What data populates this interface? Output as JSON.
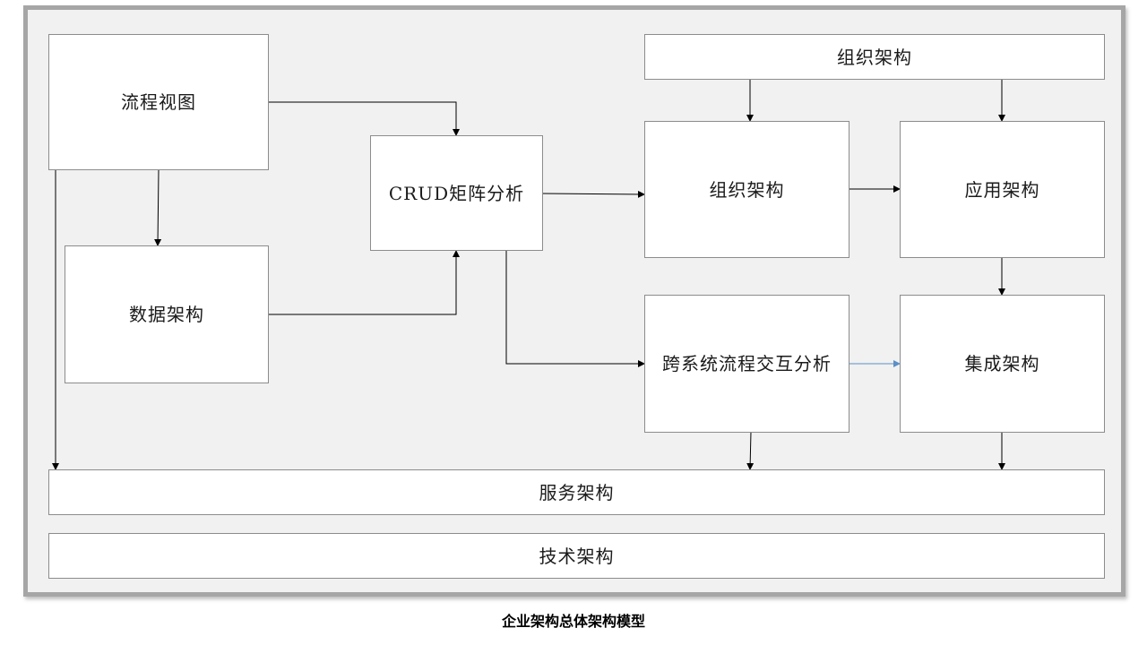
{
  "diagram": {
    "nodes": {
      "process_view": "流程视图",
      "data_arch": "数据架构",
      "crud_matrix": "CRUD矩阵分析",
      "org_arch_top": "组织架构",
      "org_arch": "组织架构",
      "app_arch": "应用架构",
      "cross_system": "跨系统流程交互分析",
      "integration_arch": "集成架构",
      "service_arch": "服务架构",
      "tech_arch": "技术架构"
    },
    "edges": [
      {
        "from": "流程视图",
        "to": "CRUD矩阵分析"
      },
      {
        "from": "流程视图",
        "to": "数据架构"
      },
      {
        "from": "流程视图",
        "to": "服务架构"
      },
      {
        "from": "数据架构",
        "to": "CRUD矩阵分析"
      },
      {
        "from": "CRUD矩阵分析",
        "to": "组织架构"
      },
      {
        "from": "CRUD矩阵分析",
        "to": "跨系统流程交互分析"
      },
      {
        "from": "组织架构 (top)",
        "to": "组织架构"
      },
      {
        "from": "组织架构 (top)",
        "to": "应用架构"
      },
      {
        "from": "组织架构",
        "to": "应用架构"
      },
      {
        "from": "应用架构",
        "to": "集成架构"
      },
      {
        "from": "跨系统流程交互分析",
        "to": "集成架构",
        "color": "#5b8fc7"
      },
      {
        "from": "跨系统流程交互分析",
        "to": "服务架构"
      },
      {
        "from": "集成架构",
        "to": "服务架构"
      }
    ],
    "caption": "企业架构总体架构模型"
  }
}
